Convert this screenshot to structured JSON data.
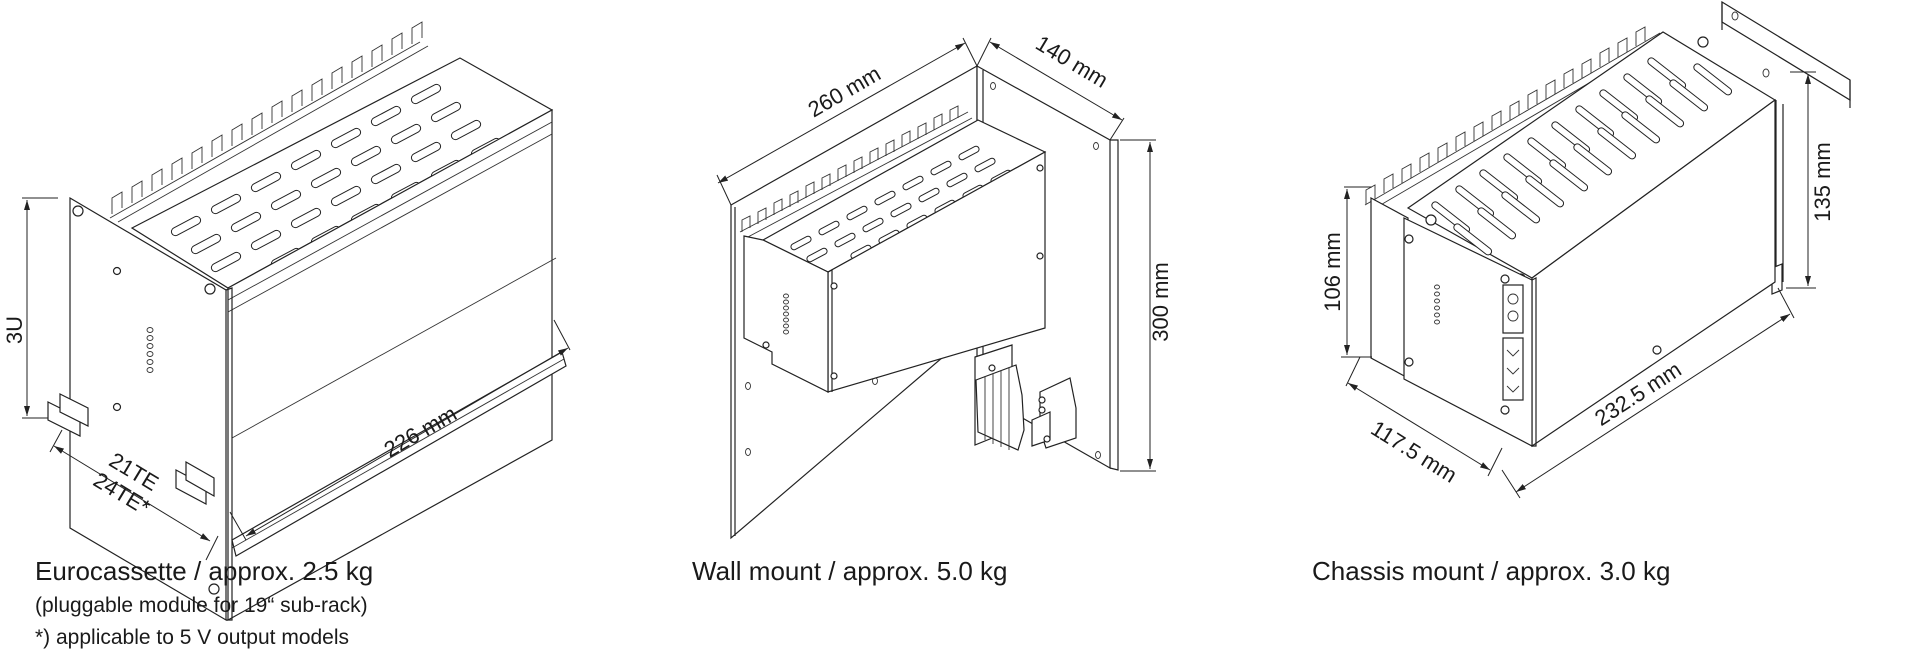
{
  "figures": [
    {
      "id": "eurocassette",
      "caption": "Eurocassette / approx. 2.5 kg",
      "notes": [
        "(pluggable module for 19“ sub-rack)",
        "*) applicable to 5 V output models"
      ],
      "dimensions": {
        "height": "3U",
        "width_line1": "21TE",
        "width_line2": "24TE*",
        "depth": "226 mm"
      }
    },
    {
      "id": "wall-mount",
      "caption": "Wall mount / approx. 5.0 kg",
      "dimensions": {
        "width": "260 mm",
        "depth": "140 mm",
        "height": "300 mm"
      }
    },
    {
      "id": "chassis-mount",
      "caption": "Chassis mount / approx. 3.0 kg",
      "dimensions": {
        "front_height": "106 mm",
        "rear_height": "135 mm",
        "width": "117.5 mm",
        "depth": "232.5 mm"
      }
    }
  ],
  "colors": {
    "line": "#222222",
    "text": "#1a1a1a",
    "background": "#ffffff"
  }
}
